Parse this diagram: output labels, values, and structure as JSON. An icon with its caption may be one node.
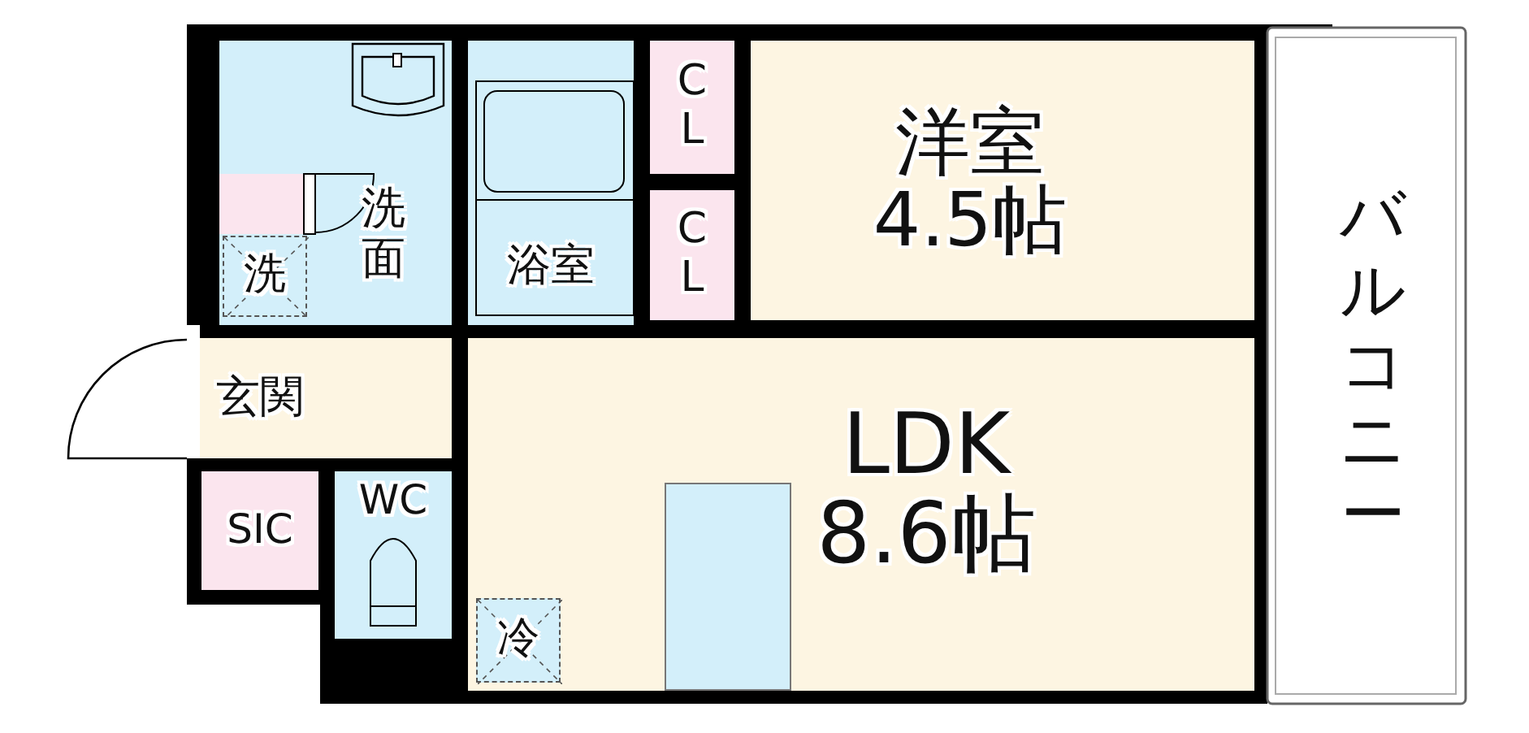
{
  "diagram": {
    "nodes": [
      {
        "text": [
          "洋室",
          "4.5帖"
        ]
      },
      {
        "text": [
          "CL"
        ]
      },
      {
        "text": [
          "CL"
        ]
      },
      {
        "text": [
          "洗面"
        ]
      },
      {
        "text": [
          "洗"
        ],
        "in": 3
      },
      {
        "text": [
          "浴室"
        ]
      },
      {
        "text": [
          "玄関"
        ]
      },
      {
        "text": [
          "SIC"
        ]
      },
      {
        "text": [
          "WC"
        ]
      },
      {
        "text": [
          "LDK",
          "8.6帖"
        ]
      },
      {
        "text": [
          "冷"
        ],
        "in": 9
      },
      {
        "text": [
          "バルコニー"
        ]
      },
      {
        "text": [],
        "shape": "box",
        "in": 9
      }
    ]
  }
}
